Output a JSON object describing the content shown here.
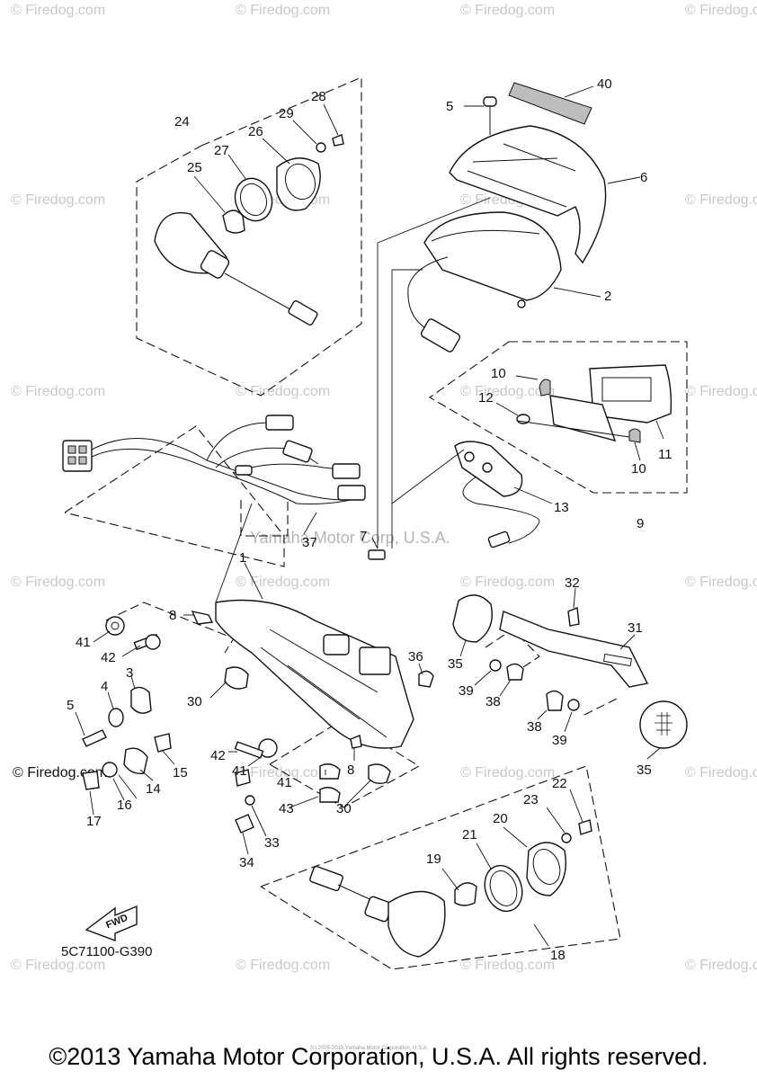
{
  "watermark": "© Firedog.com",
  "stamp": "Yamaha Motor Corp, U.S.A.",
  "fwd_label": "FWD",
  "diagram_code": "5C71100-G390",
  "copyright": "©2013 Yamaha Motor Corporation, U.S.A. All rights reserved.",
  "tiny_copyright": "(c) 2005-2015 Yamaha Motor Corporation, U.S.A.",
  "callouts": {
    "p1": "1",
    "p2": "2",
    "p3": "3",
    "p4": "4",
    "p5a": "5",
    "p5b": "5",
    "p6": "6",
    "p7": "7",
    "p8a": "8",
    "p8b": "8",
    "p9": "9",
    "p10a": "10",
    "p10b": "10",
    "p11": "11",
    "p12": "12",
    "p13": "13",
    "p14": "14",
    "p15": "15",
    "p16": "16",
    "p17": "17",
    "p18": "18",
    "p19": "19",
    "p20": "20",
    "p21": "21",
    "p22": "22",
    "p23": "23",
    "p24": "24",
    "p25": "25",
    "p26": "26",
    "p27": "27",
    "p28": "28",
    "p29": "29",
    "p30a": "30",
    "p30b": "30",
    "p31": "31",
    "p32": "32",
    "p33": "33",
    "p34": "34",
    "p35a": "35",
    "p35b": "35",
    "p36": "36",
    "p37": "37",
    "p38a": "38",
    "p38b": "38",
    "p39a": "39",
    "p39b": "39",
    "p40": "40",
    "p41a": "41",
    "p41b": "41",
    "p41c": "41",
    "p42a": "42",
    "p42b": "42",
    "p43": "43"
  }
}
